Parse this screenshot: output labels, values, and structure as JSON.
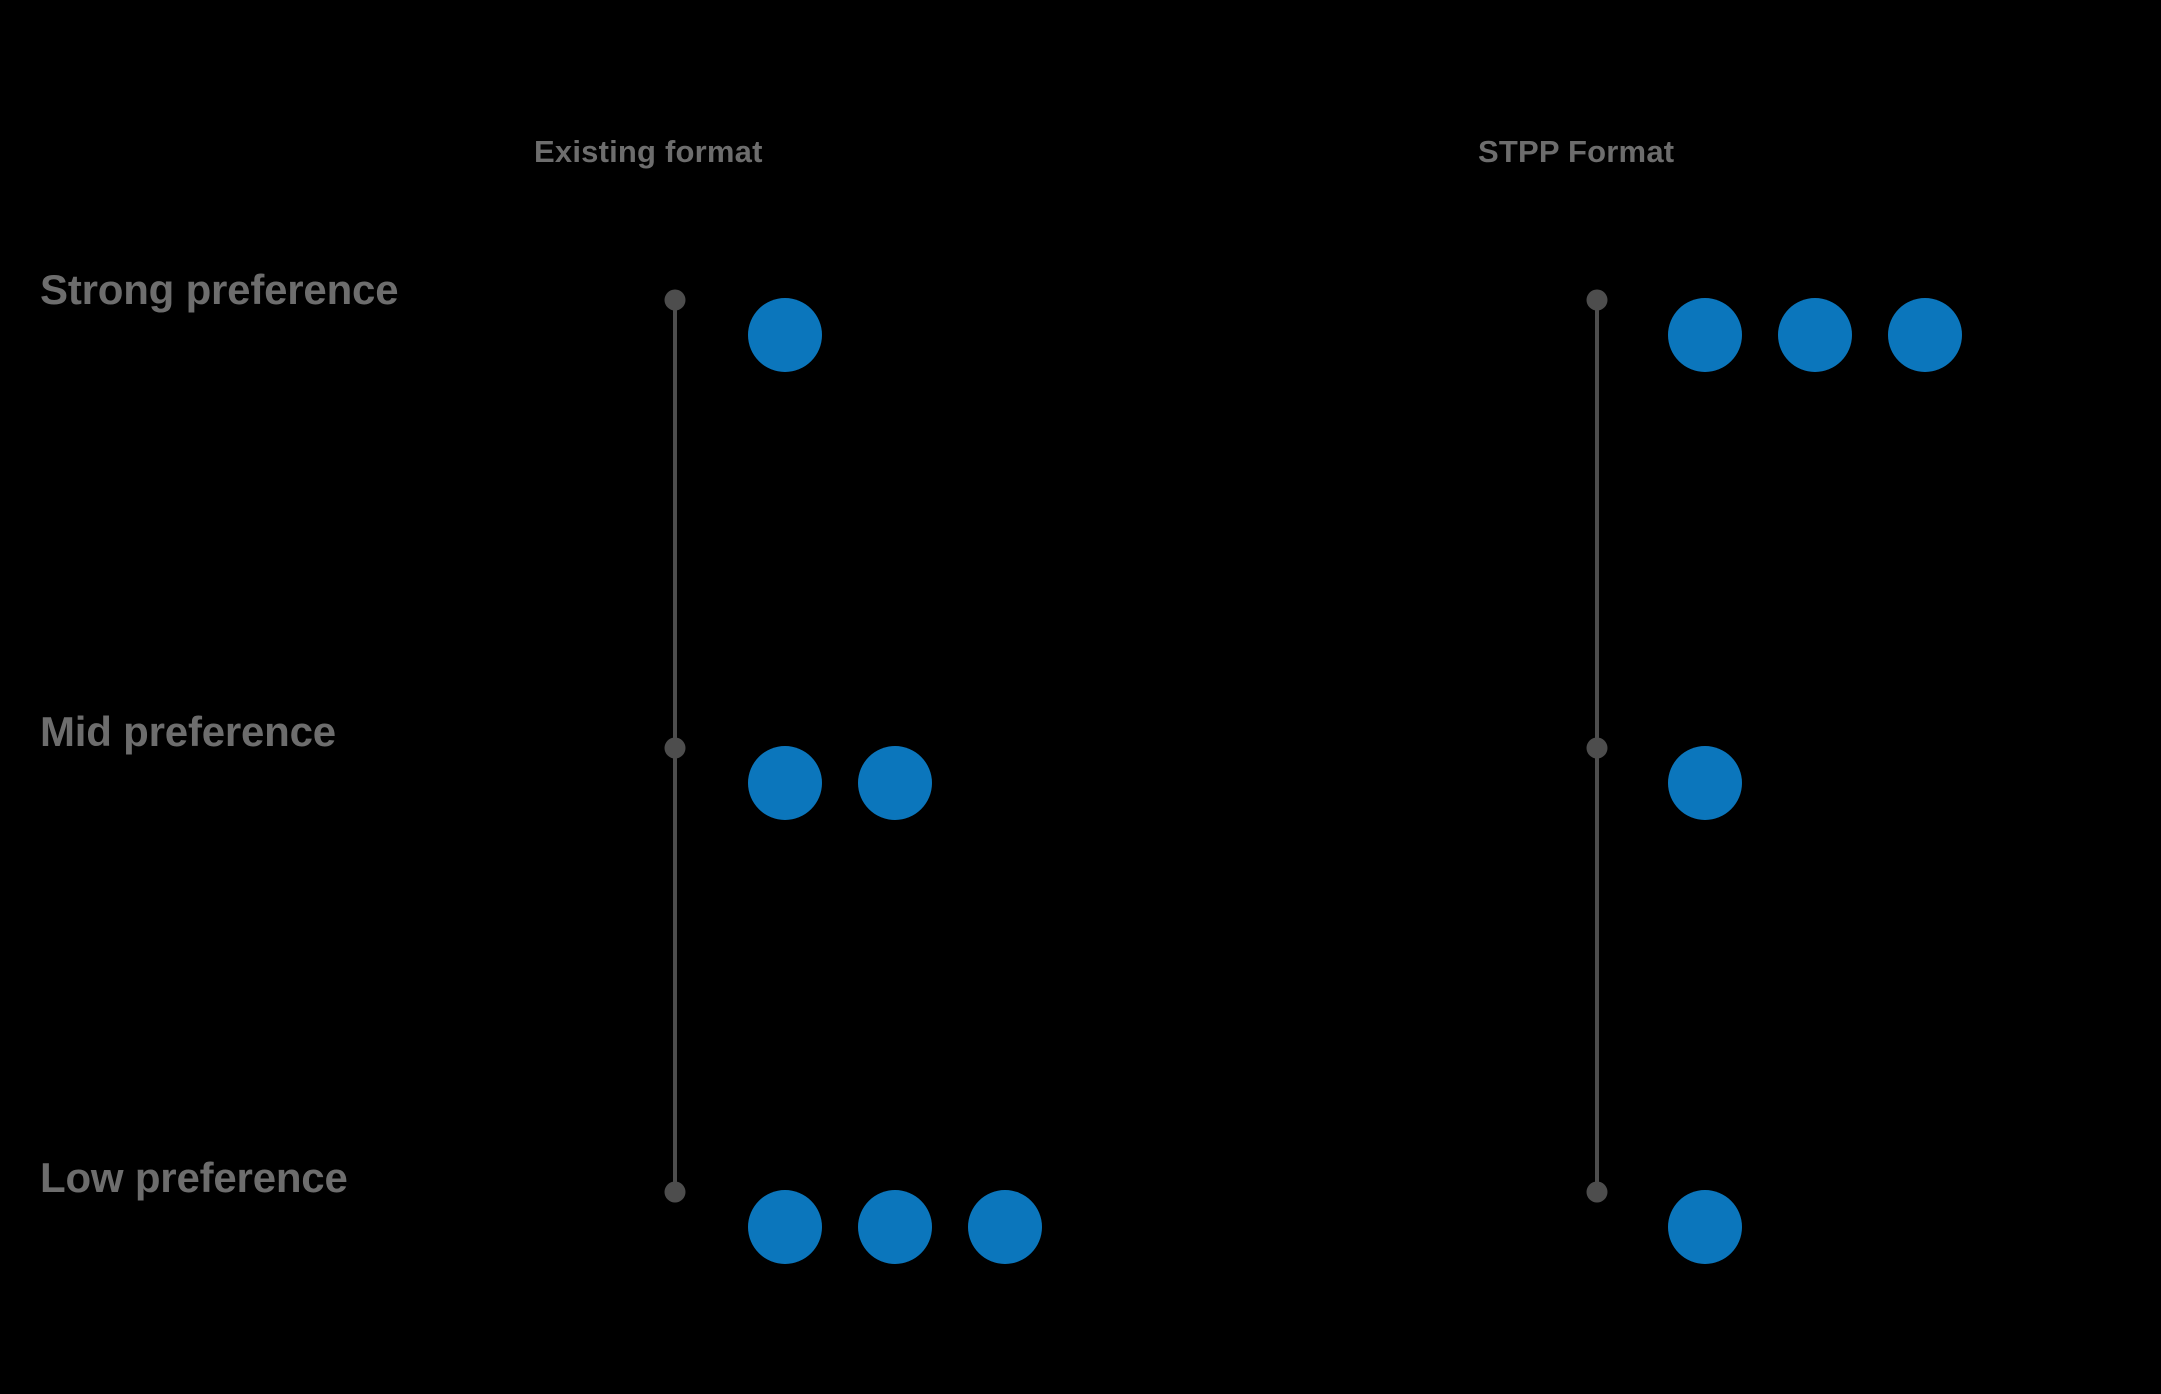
{
  "figure": {
    "background_color": "#000000",
    "dot_color": "#0b76bc",
    "axis_color": "#4d4d4d",
    "text_color": "#6d6d6d"
  },
  "columns": [
    {
      "key": "existing",
      "header": "Existing format"
    },
    {
      "key": "stpp",
      "header": "STPP Format"
    }
  ],
  "rows": [
    {
      "key": "strong",
      "label": "Strong preference"
    },
    {
      "key": "mid",
      "label": "Mid preference"
    },
    {
      "key": "low",
      "label": "Low preference"
    }
  ],
  "chart_data": {
    "type": "dot-plot",
    "title": "",
    "xlabel": "",
    "ylabel": "",
    "categories": [
      "Strong preference",
      "Mid preference",
      "Low preference"
    ],
    "series": [
      {
        "name": "Existing format",
        "values": [
          1,
          2,
          3
        ]
      },
      {
        "name": "STPP Format",
        "values": [
          3,
          1,
          1
        ]
      }
    ],
    "legend_position": "top",
    "grid": false,
    "notes": "Each filled blue circle represents one count/participant at that preference level; a grey tick marks the axis position for each level."
  },
  "geometry": {
    "axis_x": [
      675,
      1597
    ],
    "row_y": [
      300,
      748,
      1192
    ],
    "dot_start_x": [
      785,
      1705
    ],
    "dot_spacing": 110,
    "dot_radius": 37,
    "anchor_radius": 10.5
  }
}
